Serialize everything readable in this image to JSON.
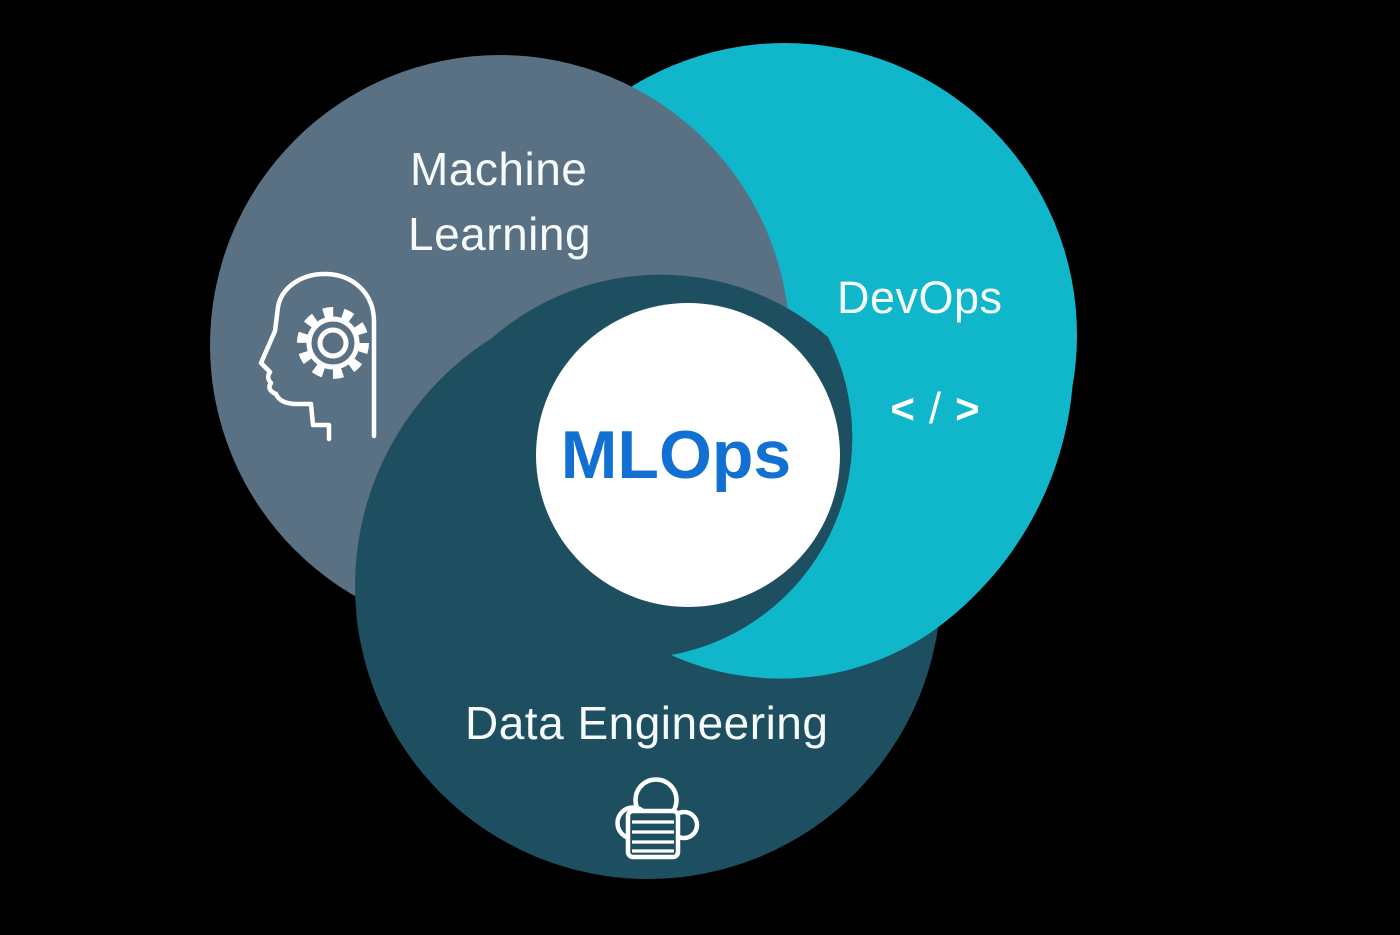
{
  "diagram_title": "MLOps",
  "colors": {
    "background": "#000000",
    "machine_learning_circle": "#5A7183",
    "devops_circle": "#10B7CB",
    "data_engineering_circle": "#1E4F60",
    "center_circle_bg": "#FFFFFF",
    "mlops_text": "#1170D2",
    "label_text": "#F6FAFB",
    "icon_stroke": "#FFFFFF"
  },
  "circles": {
    "machine_learning": {
      "label_line1": "Machine",
      "label_line2": "Learning",
      "icon": "head-gear-icon"
    },
    "devops": {
      "label": "DevOps",
      "icon": "code-icon",
      "code_lt": "<",
      "code_slash": "/",
      "code_gt": ">"
    },
    "data_engineering": {
      "label": "Data Engineering",
      "icon": "cloud-database-icon"
    }
  },
  "center": {
    "label": "MLOps"
  }
}
